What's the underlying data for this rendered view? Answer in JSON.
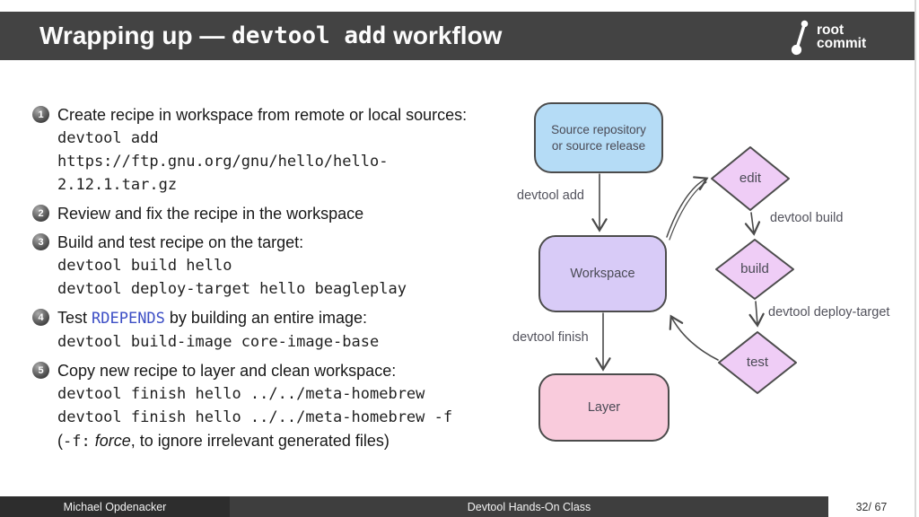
{
  "header": {
    "title_plain": "Wrapping up — ",
    "title_code": "devtool add",
    "title_rest": " workflow",
    "logo": {
      "line1": "root",
      "line2": "commit"
    }
  },
  "list": {
    "items": [
      {
        "number": "1",
        "intro": "Create recipe in workspace from remote or local sources:",
        "code": [
          "devtool add",
          "https://ftp.gnu.org/gnu/hello/hello-",
          "2.12.1.tar.gz"
        ]
      },
      {
        "number": "2",
        "intro": "Review and fix the recipe in the workspace"
      },
      {
        "number": "3",
        "intro": "Build and test recipe on the target:",
        "code": [
          "devtool build hello",
          "devtool deploy-target hello beagleplay"
        ]
      },
      {
        "number": "4",
        "intro_before": "Test ",
        "intro_code": "RDEPENDS",
        "intro_after": " by building an entire image:",
        "code": [
          "devtool build-image core-image-base"
        ]
      },
      {
        "number": "5",
        "intro": "Copy new recipe to layer and clean workspace:",
        "code": [
          "devtool finish hello ../../meta-homebrew",
          "devtool finish hello ../../meta-homebrew -f"
        ],
        "note_open": "(",
        "note_code": "-f:",
        "note_italic": " force",
        "note_rest": ", to ignore irrelevant generated files)"
      }
    ]
  },
  "diagram": {
    "nodes": {
      "source_line1": "Source repository",
      "source_line2": "or source release",
      "workspace": "Workspace",
      "layer": "Layer",
      "edit": "edit",
      "build": "build",
      "test": "test"
    },
    "edge_labels": {
      "add": "devtool add",
      "build": "devtool build",
      "deploy": "devtool deploy-target",
      "finish": "devtool finish"
    },
    "colors": {
      "source_fill": "#b5dcf6",
      "workspace_fill": "#d8cbf7",
      "diamond_fill": "#efcdf6",
      "layer_fill": "#f9cbdc",
      "stroke": "#4c4c4c"
    }
  },
  "accent": {
    "code_highlight": "#3c4ec5"
  },
  "footer": {
    "author": "Michael Opdenacker",
    "title": "Devtool Hands-On Class",
    "page": "32/ 67"
  }
}
